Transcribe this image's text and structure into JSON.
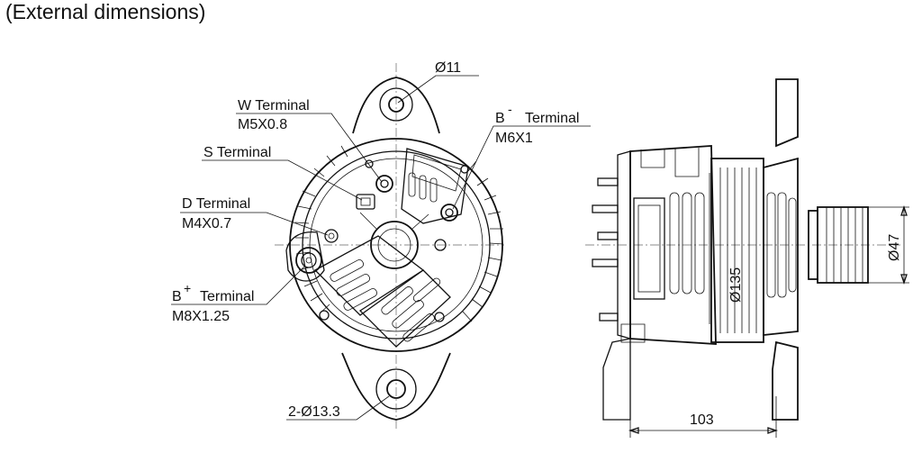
{
  "title": "(External dimensions)",
  "labels": {
    "dia_top": "Ø11",
    "w_terminal": "W Terminal",
    "w_thread": "M5X0.8",
    "s_terminal": "S Terminal",
    "d_terminal": "D Terminal",
    "d_thread": "M4X0.7",
    "bplus_terminal": "Terminal",
    "bplus_sign": "+",
    "bplus_prefix": "B",
    "bplus_thread": "M8X1.25",
    "bminus_prefix": "B",
    "bminus_sign": "-",
    "bminus_terminal": "Terminal",
    "bminus_thread": "M6X1",
    "mount_holes": "2-Ø13.3",
    "dia_body": "Ø135",
    "dia_pulley": "Ø47",
    "length": "103"
  }
}
